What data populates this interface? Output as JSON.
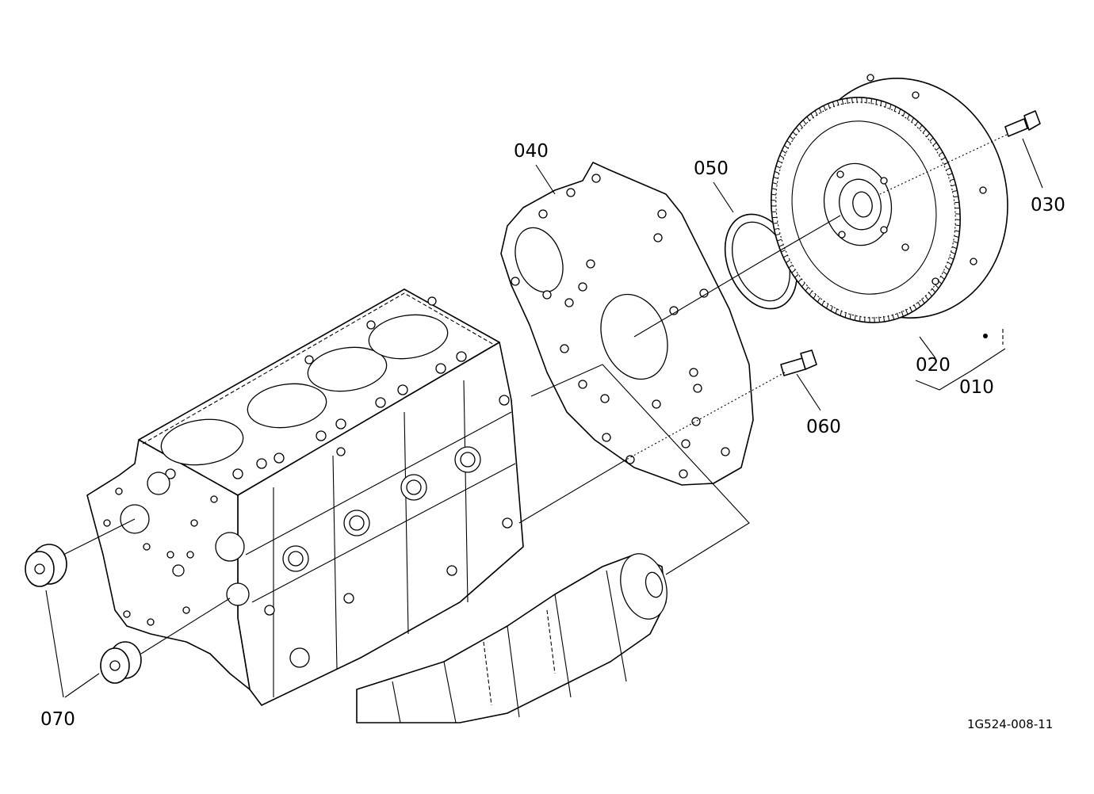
{
  "parts": [
    {
      "id": "010",
      "label": "010"
    },
    {
      "id": "020",
      "label": "020"
    },
    {
      "id": "030",
      "label": "030"
    },
    {
      "id": "040",
      "label": "040"
    },
    {
      "id": "050",
      "label": "050"
    },
    {
      "id": "060",
      "label": "060"
    },
    {
      "id": "070",
      "label": "070"
    }
  ],
  "drawing_code": "1G524-008-11"
}
